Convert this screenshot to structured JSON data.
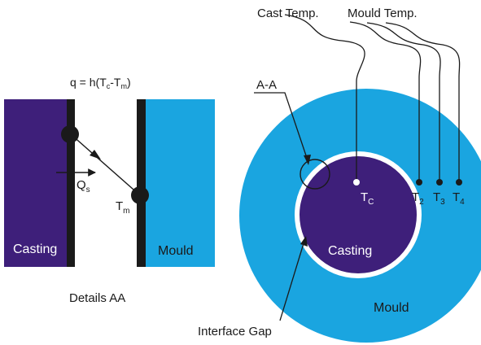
{
  "colors": {
    "casting": "#3e1f7a",
    "mould": "#1aa5e0",
    "gap": "#ffffff",
    "wall": "#1a1a1a",
    "text": "#1a1a1a"
  },
  "labels": {
    "formula_q": "q = h(T",
    "formula_c": "c",
    "formula_mid": "-T",
    "formula_m": "m",
    "formula_end": ")",
    "qs_main": "Q",
    "qs_sub": "s",
    "tm_main": "T",
    "tm_sub": "m",
    "casting_left": "Casting",
    "mould_left": "Mould",
    "details": "Details AA",
    "cast_temp": "Cast Temp.",
    "mould_temp": "Mould Temp.",
    "aa": "A-A",
    "tc_main": "T",
    "tc_sub": "C",
    "t2_main": "T",
    "t2_sub": "2",
    "t3_main": "T",
    "t3_sub": "3",
    "t4_main": "T",
    "t4_sub": "4",
    "casting_right": "Casting",
    "mould_right": "Mould",
    "interface_gap": "Interface Gap"
  }
}
